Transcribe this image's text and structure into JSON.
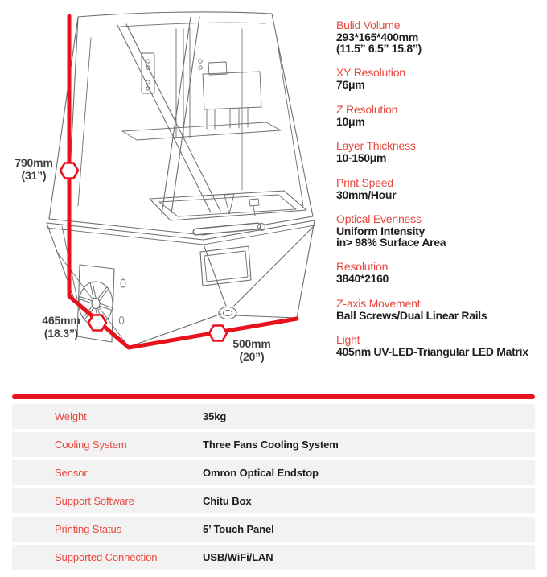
{
  "dimensions": {
    "height": {
      "value": "790mm",
      "inches": "(31”)"
    },
    "depth": {
      "value": "465mm",
      "inches": "(18.3”)"
    },
    "width": {
      "value": "500mm",
      "inches": "(20”)"
    }
  },
  "specs": {
    "items": [
      {
        "label": "Bulid Volume",
        "value_lines": [
          "293*165*400mm",
          "(11.5” 6.5” 15.8”)"
        ]
      },
      {
        "label": "XY Resolution",
        "value_lines": [
          "76μm"
        ]
      },
      {
        "label": "Z Resolution",
        "value_lines": [
          "10μm"
        ]
      },
      {
        "label": "Layer Thickness",
        "value_lines": [
          "10-150μm"
        ]
      },
      {
        "label": "Print Speed",
        "value_lines": [
          "30mm/Hour"
        ]
      },
      {
        "label": "Optical Evenness",
        "value_lines": [
          "Uniform Intensity",
          "in> 98% Surface Area"
        ]
      },
      {
        "label": "Resolution",
        "value_lines": [
          "3840*2160"
        ]
      },
      {
        "label": "Z-axis Movement",
        "value_lines": [
          "Ball Screws/Dual Linear Rails"
        ]
      },
      {
        "label": "Light",
        "value_lines": [
          "405nm UV-LED-Triangular LED Matrix"
        ]
      }
    ]
  },
  "table": {
    "rows": [
      {
        "label": "Weight",
        "value": "35kg"
      },
      {
        "label": "Cooling System",
        "value": "Three Fans Cooling System"
      },
      {
        "label": "Sensor",
        "value": "Omron Optical Endstop"
      },
      {
        "label": "Support Software",
        "value": "Chitu Box"
      },
      {
        "label": "Printing Status",
        "value": "5’ Touch Panel"
      },
      {
        "label": "Supported Connection",
        "value": "USB/WiFi/LAN"
      }
    ]
  },
  "colors": {
    "accent_red": "#e8111c",
    "label_red": "#e8473f",
    "text_dark": "#231f20",
    "row_bg": "#f2f2f2",
    "line_gray": "#6d6e71"
  }
}
